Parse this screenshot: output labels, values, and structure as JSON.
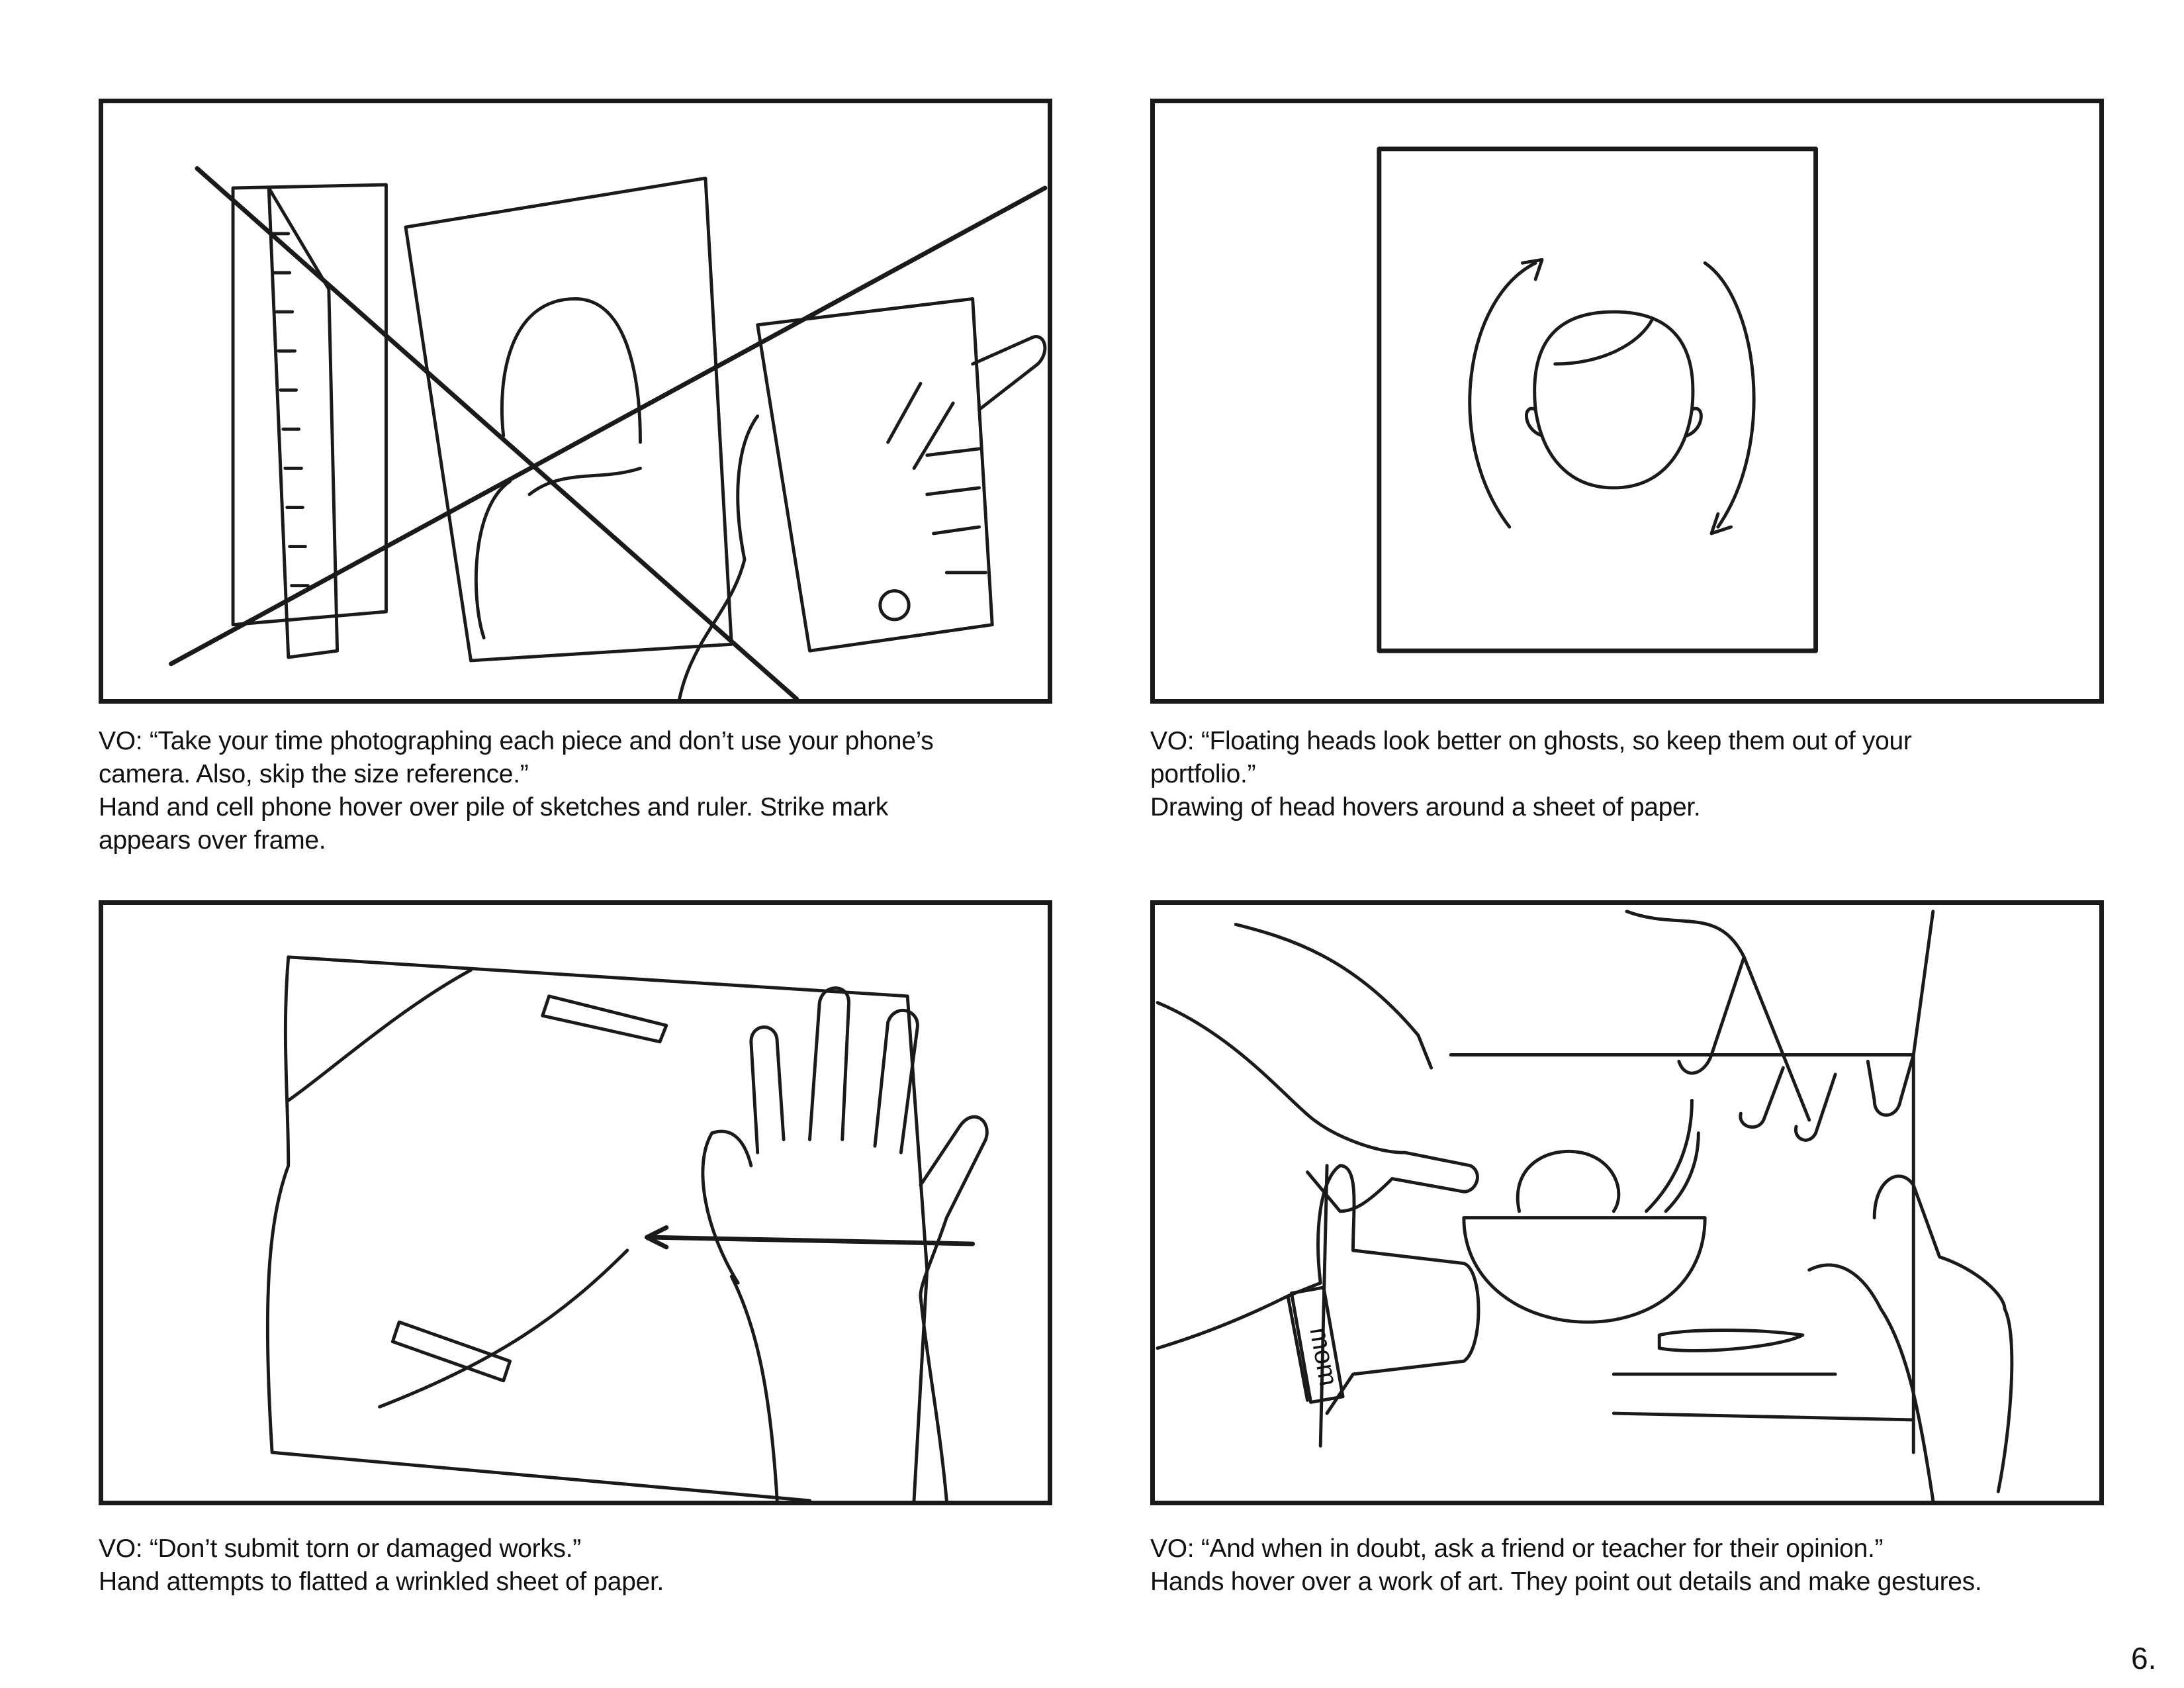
{
  "panels": [
    {
      "vo": "VO: “Take your time photographing each piece and don’t use your phone’s",
      "vo2": "camera. Also, skip the size reference.”",
      "action": "Hand and cell phone hover over pile of sketches and ruler. Strike mark",
      "action2": "appears over frame."
    },
    {
      "vo": "VO: “Floating heads look better on ghosts, so keep them out of your",
      "vo2": "portfolio.”",
      "action": "Drawing of head hovers around a sheet of paper."
    },
    {
      "vo": "VO: “Don’t submit torn or damaged works.”",
      "action": "Hand attempts to flatted a wrinkled sheet of paper."
    },
    {
      "vo": "VO: “And when in doubt, ask a friend or teacher for their opinion.”",
      "action": "Hands hover over a work of art. They point out details and make gestures.",
      "wristband_text": "mom"
    }
  ],
  "page_number": "6."
}
